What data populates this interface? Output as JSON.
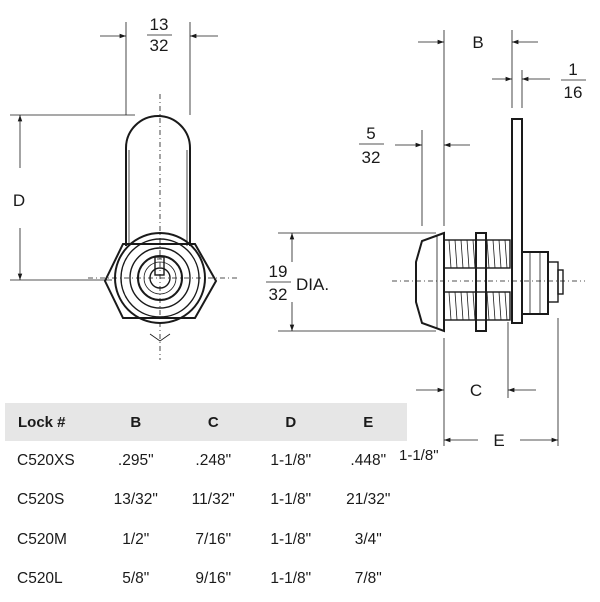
{
  "labels": {
    "width_num": "13",
    "width_den": "32",
    "d": "D",
    "b": "B",
    "one_num": "1",
    "one_den": "16",
    "five_num": "5",
    "five_den": "32",
    "dia_num": "19",
    "dia_den": "32",
    "dia_suffix": "DIA.",
    "c": "C",
    "e": "E",
    "stray": "1-1/8\""
  },
  "table": {
    "headers": [
      "Lock #",
      "B",
      "C",
      "D",
      "E"
    ],
    "rows": [
      [
        "C520XS",
        ".295\"",
        ".248\"",
        "1-1/8\"",
        ".448\""
      ],
      [
        "C520S",
        "13/32\"",
        "11/32\"",
        "1-1/8\"",
        "21/32\""
      ],
      [
        "C520M",
        "1/2\"",
        "7/16\"",
        "1-1/8\"",
        "3/4\""
      ],
      [
        "C520L",
        "5/8\"",
        "9/16\"",
        "1-1/8\"",
        "7/8\""
      ]
    ]
  }
}
